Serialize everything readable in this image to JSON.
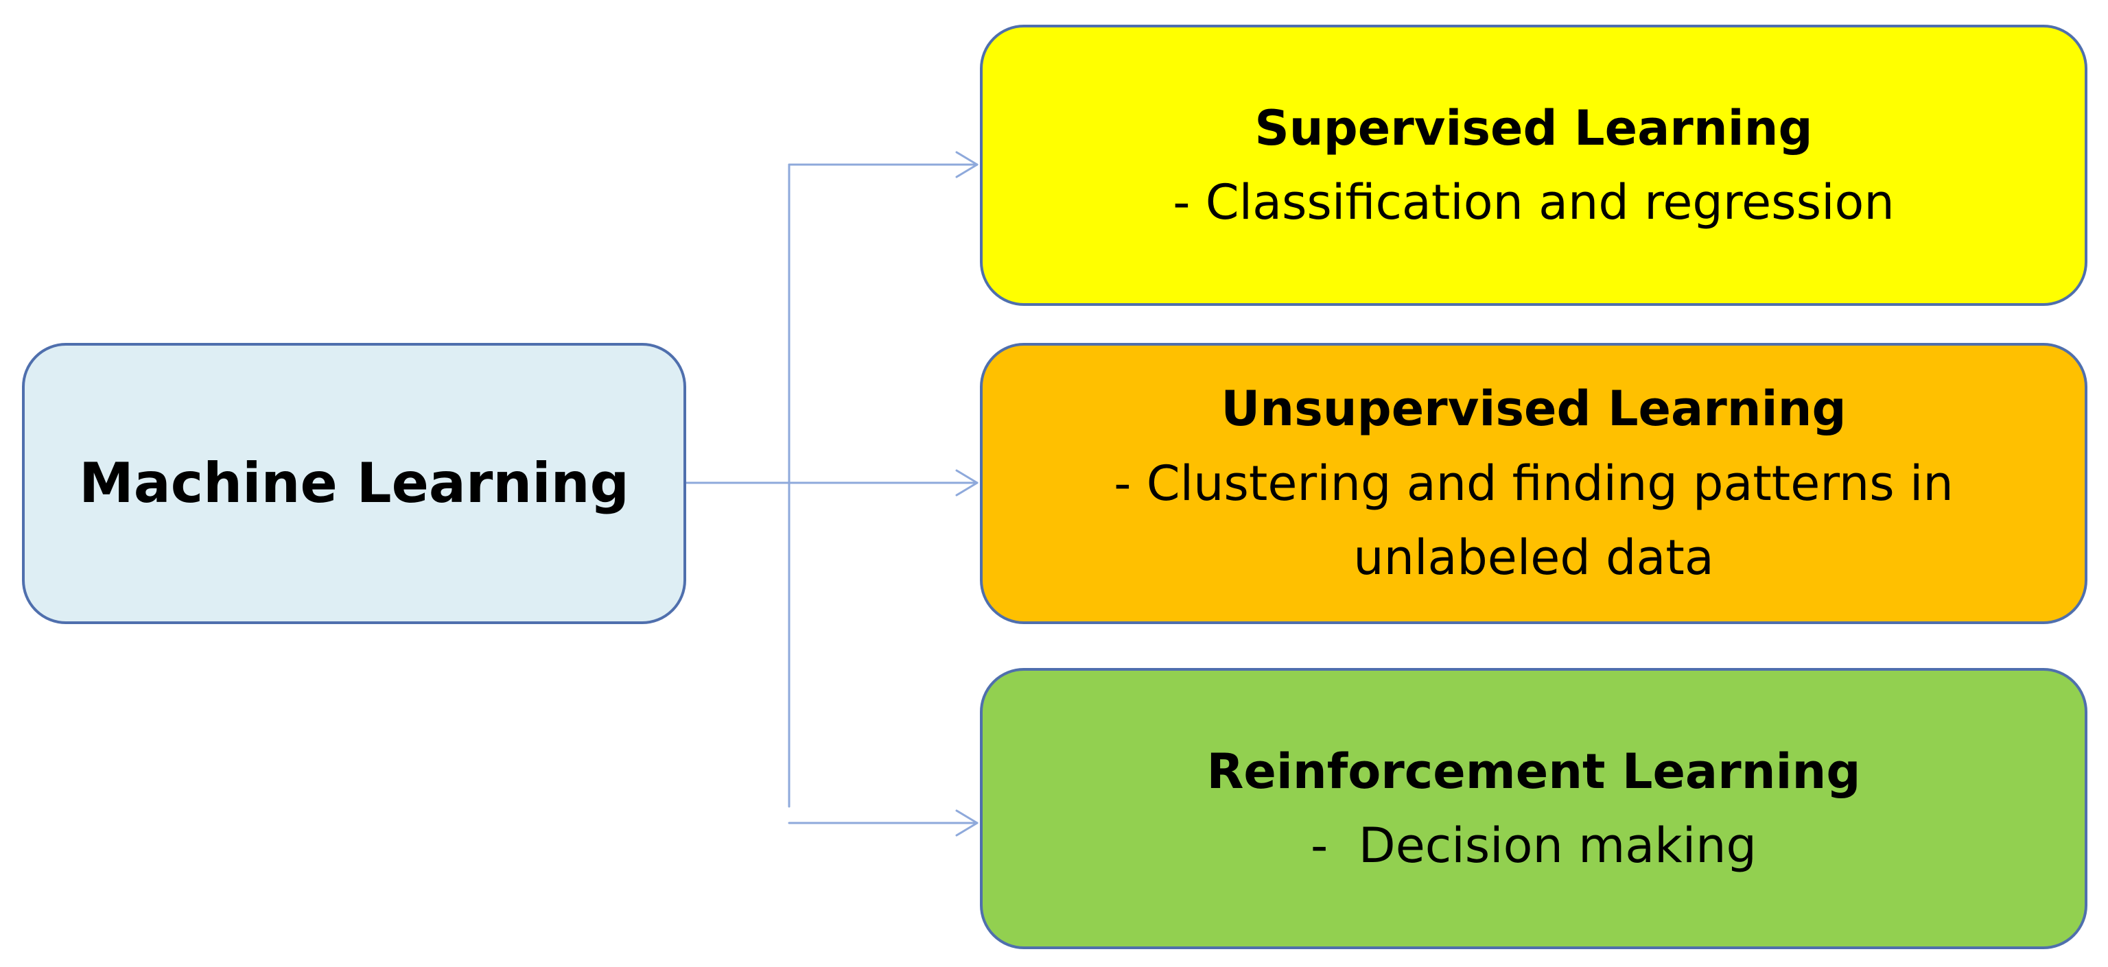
{
  "colors": {
    "connector": "#8ea9db",
    "border": "#4f6fad",
    "root_fill": "#deeef4",
    "supervised_fill": "#ffff00",
    "unsupervised_fill": "#ffc000",
    "reinforcement_fill": "#92d050",
    "text": "#000000"
  },
  "root": {
    "label": "Machine Learning"
  },
  "nodes": [
    {
      "id": "supervised",
      "title": "Supervised Learning",
      "description": "- Classification and regression"
    },
    {
      "id": "unsupervised",
      "title": "Unsupervised Learning",
      "description": "- Clustering and finding patterns in unlabeled data"
    },
    {
      "id": "reinforcement",
      "title": "Reinforcement Learning",
      "description": "-  Decision making"
    }
  ]
}
